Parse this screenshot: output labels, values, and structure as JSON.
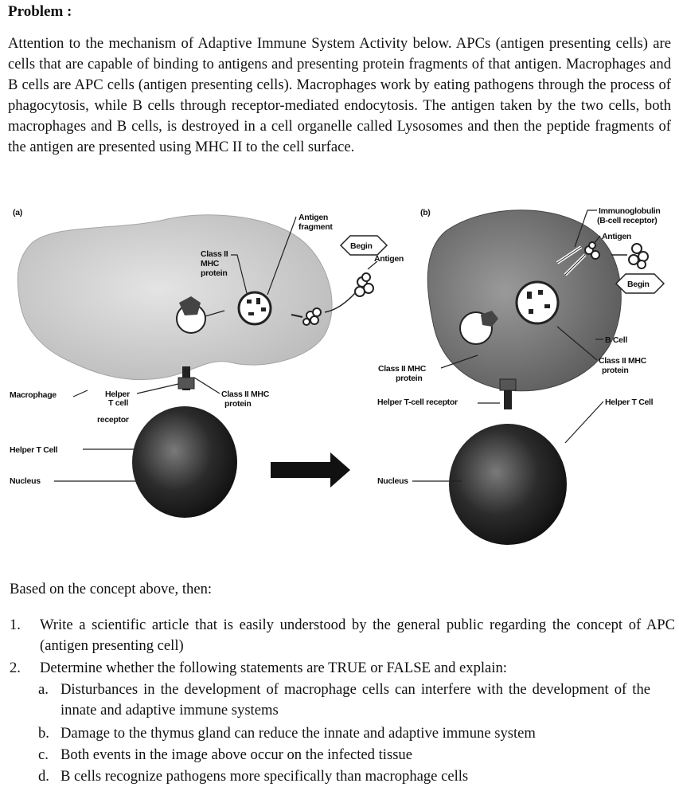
{
  "problem": {
    "title": "Problem :",
    "intro": "Attention to the mechanism of Adaptive Immune System Activity below. APCs (antigen presenting cells) are cells that are capable of binding to antigens and presenting protein fragments of that antigen. Macrophages and B cells are APC cells (antigen presenting cells). Macrophages work by eating pathogens through the process of phagocytosis, while B cells through receptor-mediated endocytosis. The antigen taken by the two cells, both macrophages and B cells, is destroyed in a cell organelle called Lysosomes and then the peptide fragments of the antigen are presented using MHC II to the cell surface."
  },
  "figure": {
    "panel_a": {
      "tag": "(a)",
      "antigen_fragment": [
        "Antigen",
        "fragment"
      ],
      "begin": "Begin",
      "antigen": "Antigen",
      "class2_mhc_top": [
        "Class II",
        "MHC",
        "protein"
      ],
      "macrophage": "Macrophage",
      "helper_t_receptor": [
        "Helper",
        "T cell",
        "receptor"
      ],
      "class2_mhc_bottom": [
        "Class II MHC",
        "protein"
      ],
      "helper_t_cell": "Helper T Cell",
      "nucleus": "Nucleus"
    },
    "panel_b": {
      "tag": "(b)",
      "immunoglobulin": [
        "Immunoglobulin",
        "(B-cell receptor)"
      ],
      "antigen": "Antigen",
      "begin": "Begin",
      "b_cell": "B Cell",
      "class2_mhc_right": [
        "Class II MHC",
        "protein"
      ],
      "class2_mhc_left": [
        "Class II MHC",
        "protein"
      ],
      "helper_t_receptor": "Helper T-cell receptor",
      "helper_t_cell": "Helper T Cell",
      "nucleus": "Nucleus"
    }
  },
  "questions": {
    "based": "Based on the concept above, then:",
    "q1_num": "1.",
    "q1": "Write a scientific article that is easily understood by the general public regarding the concept of APC (antigen presenting cell)",
    "q2_num": "2.",
    "q2": "Determine whether the following statements are TRUE or FALSE and explain:",
    "items": [
      {
        "letter": "a.",
        "text": "Disturbances in the development of macrophage cells can interfere with the development of the innate and adaptive immune systems"
      },
      {
        "letter": "b.",
        "text": "Damage to the thymus gland can reduce the innate and adaptive immune system"
      },
      {
        "letter": "c.",
        "text": "Both events in the image above occur on the infected tissue"
      },
      {
        "letter": "d.",
        "text": "B cells recognize pathogens more specifically than macrophage cells"
      }
    ]
  }
}
